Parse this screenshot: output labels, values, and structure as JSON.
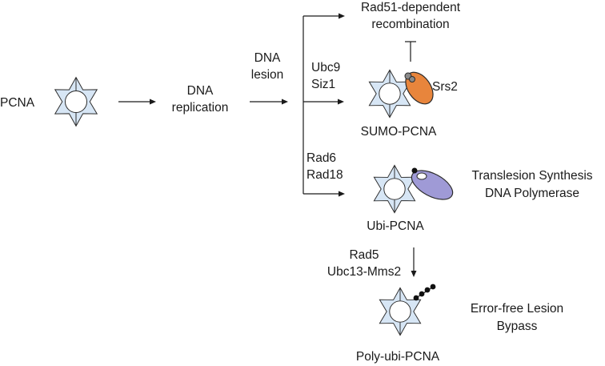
{
  "labels": {
    "pcna": "PCNA",
    "dna_replication_1": "DNA",
    "dna_replication_2": "replication",
    "dna_lesion_1": "DNA",
    "dna_lesion_2": "lesion",
    "rad51_1": "Rad51-dependent",
    "rad51_2": "recombination",
    "ubc9": "Ubc9",
    "siz1": "Siz1",
    "srs2": "Srs2",
    "sumo_pcna": "SUMO-PCNA",
    "rad6": "Rad6",
    "rad18": "Rad18",
    "tls_1": "Translesion Synthesis",
    "tls_2": "DNA Polymerase",
    "ubi_pcna": "Ubi-PCNA",
    "rad5": "Rad5",
    "ubc13": "Ubc13-Mms2",
    "errorfree_1": "Error-free Lesion",
    "errorfree_2": "Bypass",
    "polyubi_pcna": "Poly-ubi-PCNA"
  },
  "colors": {
    "pcna_fill": "#d7e6f5",
    "srs2_fill": "#e8853c",
    "polymerase_fill": "#9f9ad6",
    "sumo_fill": "#8a8a8a",
    "ubiquitin_fill": "#111111"
  }
}
